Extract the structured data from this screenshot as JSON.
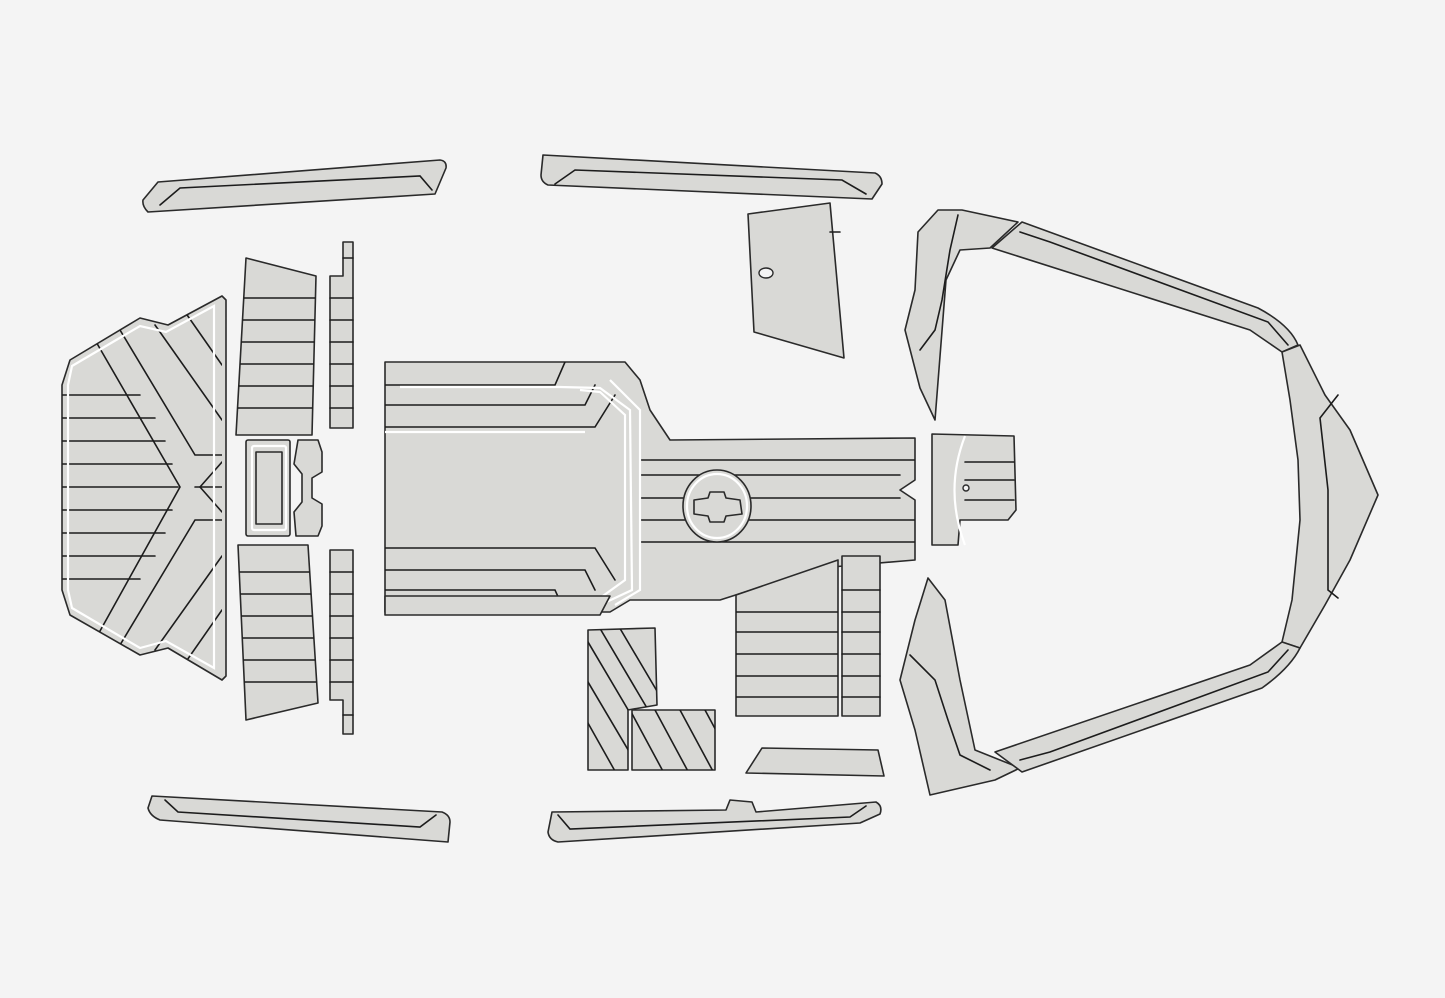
{
  "background": "#f4f4f4",
  "pad_color": "#d9d9d6",
  "outline_color": "#2a2a2a",
  "groove_color": "#1c1c1c",
  "pieces": [
    "bow-rail-top-left",
    "bow-rail-top-right",
    "bow-rail-bottom-left",
    "bow-rail-bottom-right",
    "swim-platform",
    "step-pad-upper",
    "step-pad-lower",
    "side-strip-upper",
    "side-strip-lower",
    "hatch-frame",
    "cleat-pad",
    "main-deck-pad",
    "cup-holder-pad",
    "lid-pad",
    "helm-floor-pad",
    "diagonal-pad-upper",
    "diagonal-pad-lower",
    "small-strip-pad",
    "console-upper-side",
    "console-lower-side",
    "center-oval-pad",
    "bow-frame-upper",
    "bow-frame-nose",
    "bow-frame-lower"
  ]
}
